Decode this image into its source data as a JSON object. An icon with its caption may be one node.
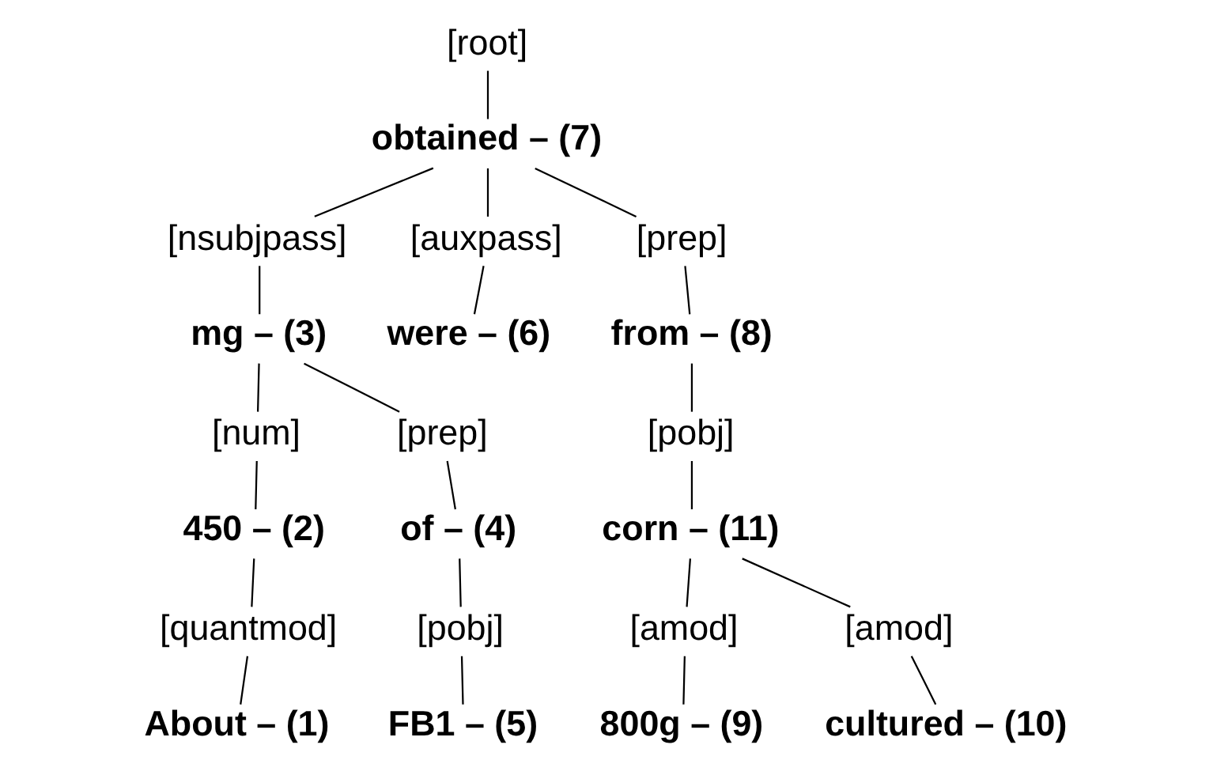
{
  "diagram": {
    "nodes": [
      {
        "text": [
          "[root]"
        ]
      },
      {
        "text": [
          "obtained – (7)"
        ]
      },
      {
        "text": [
          "[nsubjpass]"
        ]
      },
      {
        "text": [
          "[auxpass]"
        ]
      },
      {
        "text": [
          "[prep]"
        ]
      },
      {
        "text": [
          "mg – (3)"
        ]
      },
      {
        "text": [
          "were – (6)"
        ]
      },
      {
        "text": [
          "from – (8)"
        ]
      },
      {
        "text": [
          "[num]"
        ]
      },
      {
        "text": [
          "[prep]"
        ]
      },
      {
        "text": [
          "[pobj]"
        ]
      },
      {
        "text": [
          "450 – (2)"
        ]
      },
      {
        "text": [
          "of – (4)"
        ]
      },
      {
        "text": [
          "corn – (11)"
        ]
      },
      {
        "text": [
          "[quantmod]"
        ]
      },
      {
        "text": [
          "[pobj]"
        ]
      },
      {
        "text": [
          "[amod]"
        ]
      },
      {
        "text": [
          "[amod]"
        ]
      },
      {
        "text": [
          "About – (1)"
        ]
      },
      {
        "text": [
          "FB1 – (5)"
        ]
      },
      {
        "text": [
          "800g – (9)"
        ]
      },
      {
        "text": [
          "cultured – (10)"
        ]
      }
    ],
    "edges": [
      {
        "from": 0,
        "to": 1,
        "arrow": "none"
      },
      {
        "from": 1,
        "to": 2,
        "arrow": "none"
      },
      {
        "from": 1,
        "to": 3,
        "arrow": "none"
      },
      {
        "from": 1,
        "to": 4,
        "arrow": "none"
      },
      {
        "from": 2,
        "to": 5,
        "arrow": "none"
      },
      {
        "from": 3,
        "to": 6,
        "arrow": "none"
      },
      {
        "from": 4,
        "to": 7,
        "arrow": "none"
      },
      {
        "from": 5,
        "to": 8,
        "arrow": "none"
      },
      {
        "from": 5,
        "to": 9,
        "arrow": "none"
      },
      {
        "from": 7,
        "to": 10,
        "arrow": "none"
      },
      {
        "from": 8,
        "to": 11,
        "arrow": "none"
      },
      {
        "from": 9,
        "to": 12,
        "arrow": "none"
      },
      {
        "from": 10,
        "to": 13,
        "arrow": "none"
      },
      {
        "from": 11,
        "to": 14,
        "arrow": "none"
      },
      {
        "from": 12,
        "to": 15,
        "arrow": "none"
      },
      {
        "from": 13,
        "to": 16,
        "arrow": "none"
      },
      {
        "from": 13,
        "to": 17,
        "arrow": "none"
      },
      {
        "from": 14,
        "to": 18,
        "arrow": "none"
      },
      {
        "from": 15,
        "to": 19,
        "arrow": "none"
      },
      {
        "from": 16,
        "to": 20,
        "arrow": "none"
      },
      {
        "from": 17,
        "to": 21,
        "arrow": "none"
      }
    ]
  }
}
